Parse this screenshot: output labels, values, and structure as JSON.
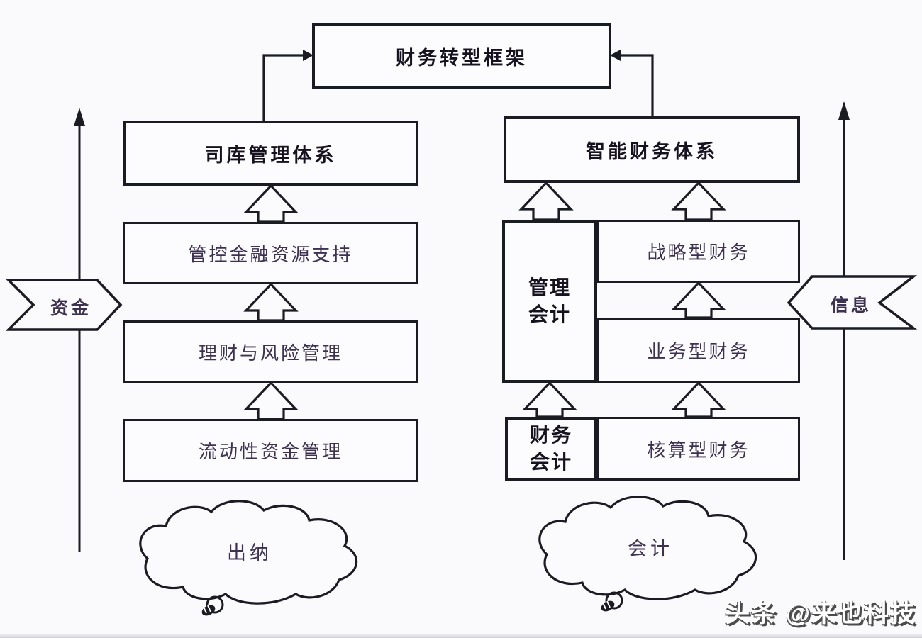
{
  "diagram": {
    "title": "财务转型框架",
    "treasury": {
      "title": "司库管理体系",
      "items": [
        "管控金融资源支持",
        "理财与风险管理",
        "流动性资金管理"
      ],
      "flow": "资金",
      "cloud": "出纳"
    },
    "smart": {
      "title": "智能财务体系",
      "management_accounting": "管理\n会计",
      "financial_accounting": "财务\n会计",
      "strategic": "战略型财务",
      "business": "业务型财务",
      "accounting_item": "核算型财务",
      "flow": "信息",
      "cloud": "会计"
    },
    "watermark": "头条 @来也科技"
  },
  "colors": {
    "ink": "#1b1b24",
    "text": "#3d3152",
    "background": "#fafafc",
    "watermark_fill": "#ffffff",
    "watermark_shadow": "#4b4b4b"
  }
}
